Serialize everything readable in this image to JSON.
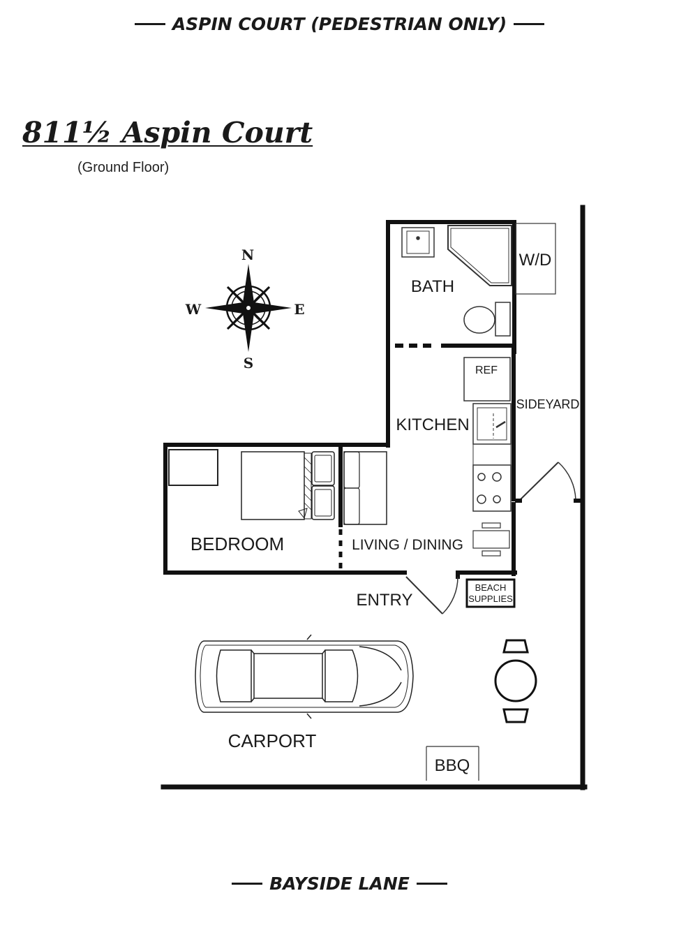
{
  "streets": {
    "top": "ASPIN COURT (PEDESTRIAN ONLY)",
    "bottom": "BAYSIDE LANE"
  },
  "title": "811½ Aspin Court",
  "subtitle": "(Ground Floor)",
  "compass": {
    "n": "N",
    "s": "S",
    "e": "E",
    "w": "W"
  },
  "rooms": {
    "bath": "BATH",
    "washer_dryer": "W/D",
    "refrigerator": "REF",
    "kitchen": "KITCHEN",
    "sideyard": "SIDEYARD",
    "bedroom": "BEDROOM",
    "living_dining": "LIVING / DINING",
    "entry": "ENTRY",
    "beach_supplies_line1": "BEACH",
    "beach_supplies_line2": "SUPPLIES",
    "carport": "CARPORT",
    "bbq": "BBQ"
  }
}
